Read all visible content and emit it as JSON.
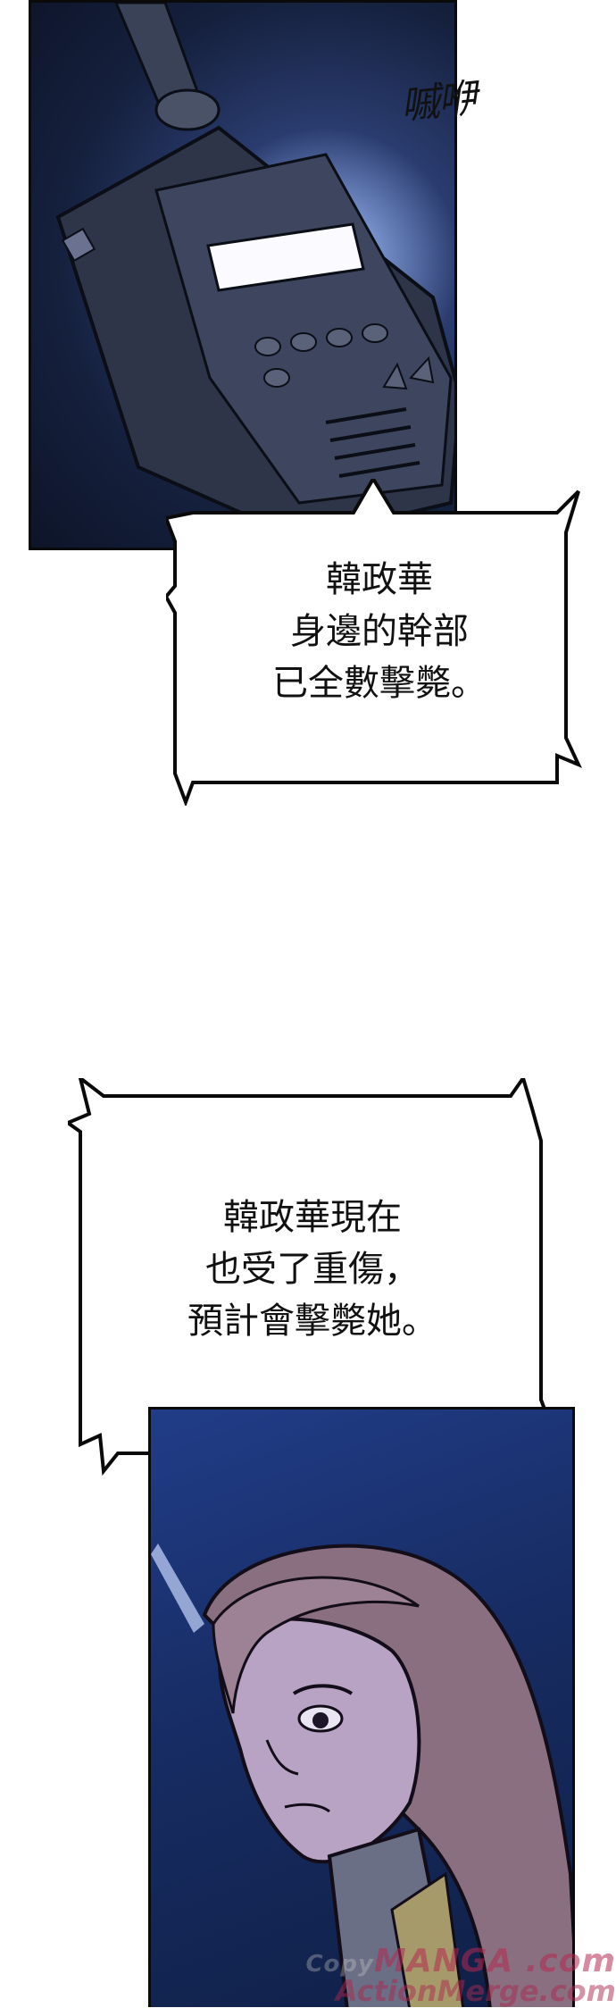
{
  "sfx": {
    "text": "嘁咿"
  },
  "bubble_1": {
    "lines": [
      "韓政華",
      "身邊的幹部",
      "已全數擊斃。"
    ]
  },
  "bubble_2": {
    "lines": [
      "韓政華現在",
      "也受了重傷，",
      "預計會擊斃她。"
    ]
  },
  "watermark": {
    "line1_prefix": "Copy",
    "line1": "MANGA .com",
    "line2": "ActionMerge.com"
  },
  "colors": {
    "panel_top_bg": "#15203d",
    "panel_bottom_bg": "#172c63",
    "border": "#0a0a0a",
    "bubble_fill": "#ffffff"
  }
}
